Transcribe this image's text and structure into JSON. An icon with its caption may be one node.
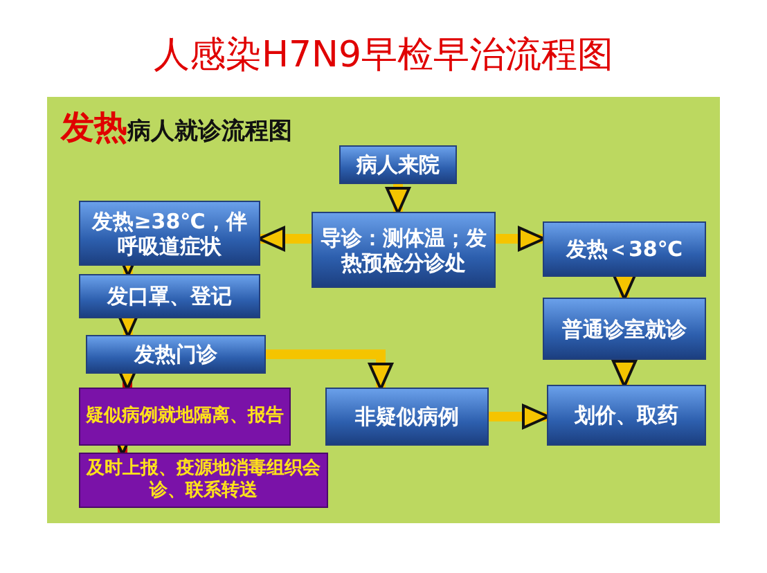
{
  "diagram": {
    "title": "人感染H7N9早检早治流程图",
    "nodes": [
      {
        "text": [
          "病人来院"
        ]
      },
      {
        "text": [
          "导诊：测体温；发热预检分诊处"
        ]
      },
      {
        "text": [
          "发热≥38℃，伴呼吸道症状"
        ]
      },
      {
        "text": [
          "发口罩、登记"
        ]
      },
      {
        "text": [
          "发热门诊"
        ]
      },
      {
        "text": [
          "疑似病例就地隔离、报告"
        ]
      },
      {
        "text": [
          "及时上报、疫源地消毒组织会诊、联系转送"
        ]
      },
      {
        "text": [
          "非疑似病例"
        ]
      },
      {
        "text": [
          "发热＜38℃"
        ]
      },
      {
        "text": [
          "普通诊室就诊"
        ]
      },
      {
        "text": [
          "划价、取药"
        ]
      }
    ],
    "edges": [
      {
        "from": 0,
        "to": 1,
        "arrow": "to"
      },
      {
        "from": 1,
        "to": 2,
        "arrow": "to"
      },
      {
        "from": 1,
        "to": 8,
        "arrow": "to"
      },
      {
        "from": 2,
        "to": 3,
        "arrow": "to"
      },
      {
        "from": 3,
        "to": 4,
        "arrow": "to"
      },
      {
        "from": 4,
        "to": 5,
        "arrow": "to",
        "color": "#d40000"
      },
      {
        "from": 5,
        "to": 6,
        "arrow": "to",
        "color": "#d40000"
      },
      {
        "from": 4,
        "to": 7,
        "arrow": "to"
      },
      {
        "from": 7,
        "to": 10,
        "arrow": "to"
      },
      {
        "from": 8,
        "to": 9,
        "arrow": "to"
      },
      {
        "from": 9,
        "to": 10,
        "arrow": "to"
      }
    ],
    "labels": [
      "发热",
      "病人就诊流程图"
    ]
  }
}
